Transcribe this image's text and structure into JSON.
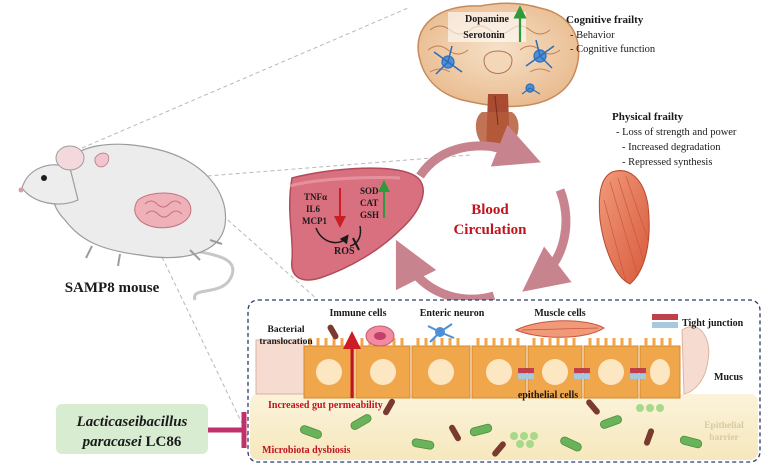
{
  "brain": {
    "neurotransmitters": [
      "Dopamine",
      "Serotonin"
    ]
  },
  "cognitive_frailty": {
    "title": "Cognitive frailty",
    "items": [
      "- Behavior",
      "- Cognitive function"
    ]
  },
  "physical_frailty": {
    "title": "Physical frailty",
    "items": [
      "- Loss of strength and power",
      "- Increased degradation",
      "- Repressed synthesis"
    ]
  },
  "liver": {
    "cytokines": [
      "TNFα",
      "IL6",
      "MCP1"
    ],
    "antioxidants": [
      "SOD",
      "CAT",
      "GSH"
    ],
    "ros": "ROS"
  },
  "circulation": {
    "line1": "Blood",
    "line2": "Circulation"
  },
  "mouse": {
    "label": "SAMP8 mouse"
  },
  "gut": {
    "bacterial_translocation": [
      "Bacterial",
      "translocation"
    ],
    "immune_cells": "Immune cells",
    "enteric_neuron": "Enteric neuron",
    "muscle_cells": "Muscle cells",
    "tight_junction": "Tight junction",
    "mucus": "Mucus",
    "epithelial_cells": "epithelial cells",
    "increased_permeability": "Increased gut permeability",
    "microbiota_dysbiosis": "Microbiota dysbiosis",
    "epithelial_barrier": [
      "Epithelial",
      "barrier"
    ]
  },
  "probiotic": {
    "line1": "Lacticaseibacillus",
    "line2_italic": "paracasei",
    "line2_plain": " LC86"
  },
  "colors": {
    "circulation_arrow": "#c8848e",
    "liver": "#d9707f",
    "red_text": "#c0141e",
    "up_arrow": "#2e9a3a",
    "down_arrow": "#cc1c24",
    "epithelium": "#f0a64a",
    "muscle": "#e5775a",
    "gut_lumen": "#faefcf",
    "probiotic_box": "#d8ecd2",
    "tight_junction_red": "#c0404a",
    "tight_junction_blue": "#a8c8e0",
    "barrier_text": "#d9c9a0"
  }
}
